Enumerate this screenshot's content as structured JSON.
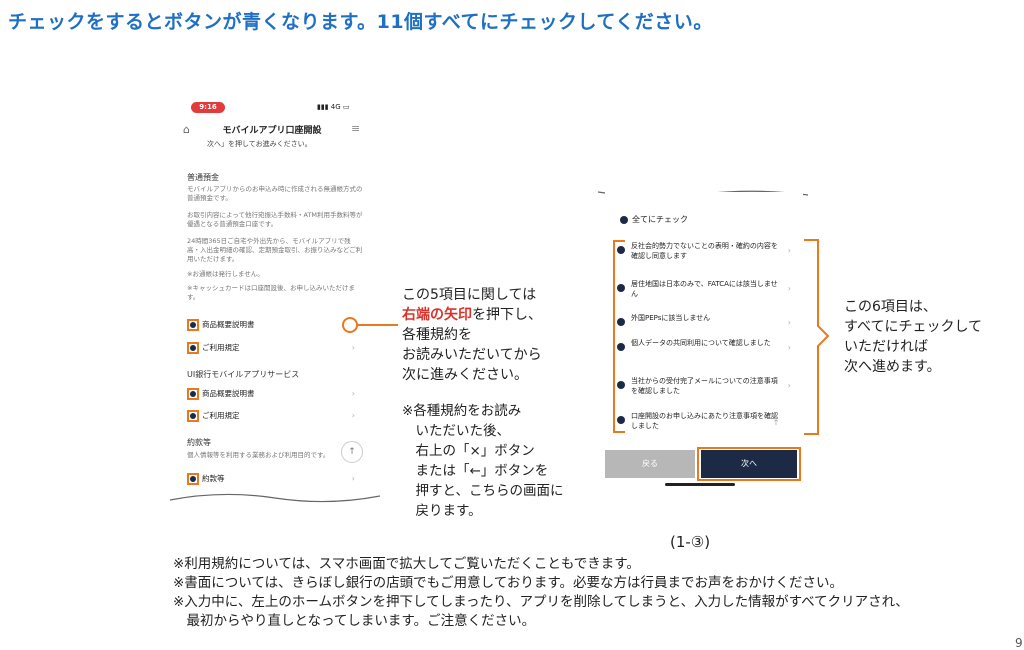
{
  "title": "チェックをするとボタンが青くなります。11個すべてにチェックしてください。",
  "left_phone": {
    "time": "9:16",
    "network": "4G",
    "app_title": "モバイルアプリ口座開設",
    "intro": "次へ」を押してお進みください。",
    "section1_title": "普通預金",
    "section1_p1": "モバイルアプリからのお申込み時に作成される無通帳方式の普通預金です。",
    "section1_p2": "お取引内容によって他行宛振込手数料・ATM利用手数料等が優遇となる普通預金口座です。",
    "section1_p3": "24時間365日ご自宅や外出先から、モバイルアプリで残高・入出金明細の確認、定期預金取引、お振り込みなどご利用いただけます。",
    "section1_p4": "※お通帳は発行しません。",
    "section1_p5": "※キャッシュカードは口座開設後、お申し込みいただけます。",
    "items1": [
      "商品概要説明書",
      "ご利用規定"
    ],
    "section2_title": "UI銀行モバイルアプリサービス",
    "items2": [
      "商品概要説明書",
      "ご利用規定"
    ],
    "section3_title": "約款等",
    "section3_note": "個人情報等を利用する業務および利用目的です。",
    "items3": [
      "約款等"
    ]
  },
  "callout_left": {
    "line1": "この5項目に関しては",
    "highlight": "右端の矢印",
    "line2_rest": "を押下し、",
    "line3": "各種規約を",
    "line4": "お読みいただいてから",
    "line5": "次に進みください。"
  },
  "note_left": [
    "※各種規約をお読み",
    "　いただいた後、",
    "　右上の「×」ボタン",
    "　または「←」ボタンを",
    "　押すと、こちらの画面に",
    "　戻ります。"
  ],
  "right_phone": {
    "check_all": "全てにチェック",
    "items": [
      "反社会的勢力でないことの表明・確約の内容を確認し同意します",
      "居住地国は日本のみで、FATCAには該当しません",
      "外国PEPsに該当しません",
      "個人データの共同利用について確認しました",
      "当社からの受付完了メールについての注意事項を確認しました",
      "口座開設のお申し込みにあたり注意事項を確認しました"
    ],
    "back_label": "戻る",
    "next_label": "次へ"
  },
  "callout_right": [
    "この6項目は、",
    "すべてにチェックして",
    "いただければ",
    "次へ進めます。"
  ],
  "page_label": "(1-③)",
  "notes": [
    "※利用規約については、スマホ画面で拡大してご覧いただくこともできます。",
    "※書面については、きらぼし銀行の店頭でもご用意しております。必要な方は行員までお声をおかけください。",
    "※入力中に、左上のホームボタンを押下してしまったり、アプリを削除してしまうと、入力した情報がすべてクリアされ、",
    "　最初からやり直しとなってしまいます。ご注意ください。"
  ],
  "page_number": "9",
  "colors": {
    "accent": "#1f6fc4",
    "orange": "#e8791e",
    "navy": "#1c2a45",
    "red": "#d9322b"
  }
}
